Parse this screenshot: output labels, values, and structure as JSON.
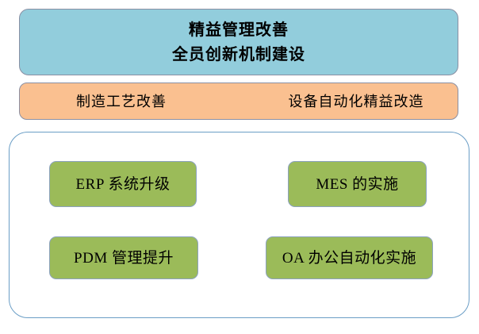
{
  "diagram": {
    "top_banner": {
      "name": "lean-management-banner",
      "lines": [
        "精益管理改善",
        "全员创新机制建设"
      ],
      "color": "#92CDDC"
    },
    "mid_banner": {
      "name": "process-improvement-banner",
      "color": "#FAC090",
      "cells": [
        {
          "label": "制造工艺改善"
        },
        {
          "label": "设备自动化精益改造"
        }
      ]
    },
    "container": {
      "name": "projects-container",
      "border_color": "#6b9ec6",
      "fill": "#ffffff"
    },
    "project_boxes": [
      {
        "label": "ERP 系统升级",
        "color": "#9BBB59"
      },
      {
        "label": "MES 的实施",
        "color": "#9BBB59"
      },
      {
        "label": "PDM 管理提升",
        "color": "#9BBB59"
      },
      {
        "label": "OA 办公自动化实施",
        "color": "#9BBB59"
      }
    ]
  }
}
